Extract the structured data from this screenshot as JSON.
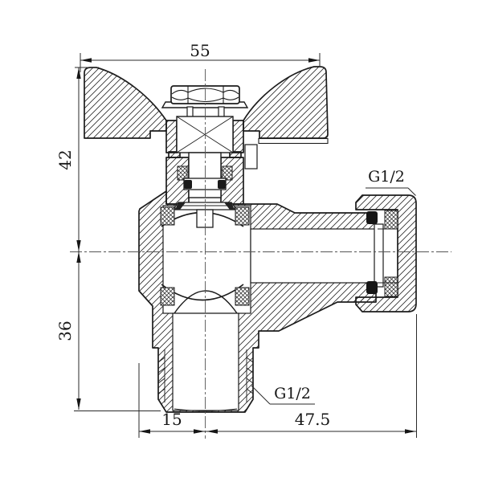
{
  "drawing": {
    "type": "technical-section-drawing",
    "subject": "angle ball valve with butterfly handle, cross-section",
    "background_color": "#ffffff",
    "line_color": "#1c1c1c",
    "centerline_color": "#555555"
  },
  "dims": {
    "top_width": {
      "label": "55"
    },
    "upper_height": {
      "label": "42"
    },
    "lower_height": {
      "label": "36"
    },
    "bottom_left": {
      "label": "15"
    },
    "bottom_right": {
      "label": "47.5"
    },
    "outlet_thread from": {
      "note": "swivel nut, right side"
    },
    "outlet_thread": {
      "label": "G1/2"
    },
    "inlet_thread": {
      "label": "G1/2"
    }
  }
}
